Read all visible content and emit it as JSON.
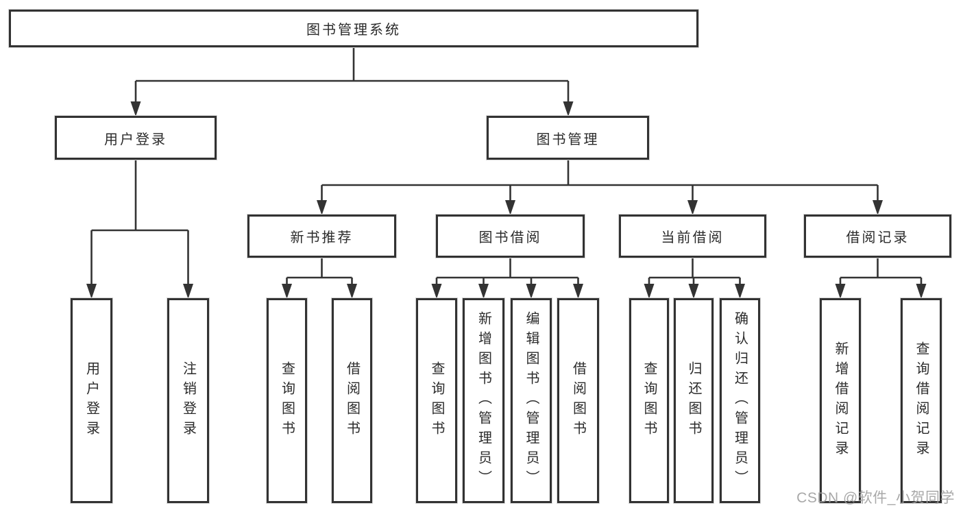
{
  "diagram": {
    "title": "图书管理系统",
    "branches": [
      {
        "label": "用户登录",
        "children": [
          {
            "label": "用户登录"
          },
          {
            "label": "注销登录"
          }
        ]
      },
      {
        "label": "图书管理",
        "children": [
          {
            "label": "新书推荐",
            "children": [
              {
                "label": "查询图书"
              },
              {
                "label": "借阅图书"
              }
            ]
          },
          {
            "label": "图书借阅",
            "children": [
              {
                "label": "查询图书"
              },
              {
                "label": "新增图书（管理员）"
              },
              {
                "label": "编辑图书（管理员）"
              },
              {
                "label": "借阅图书"
              }
            ]
          },
          {
            "label": "当前借阅",
            "children": [
              {
                "label": "查询图书"
              },
              {
                "label": "归还图书"
              },
              {
                "label": "确认归还（管理员）"
              }
            ]
          },
          {
            "label": "借阅记录",
            "children": [
              {
                "label": "新增借阅记录"
              },
              {
                "label": "查询借阅记录"
              }
            ]
          }
        ]
      }
    ]
  },
  "watermark": {
    "text": "CSDN @软件_小贺同学"
  },
  "colors": {
    "line": "#333333",
    "border": "#323232",
    "text": "#2b2b2b",
    "watermark": "#9f9f9f"
  }
}
